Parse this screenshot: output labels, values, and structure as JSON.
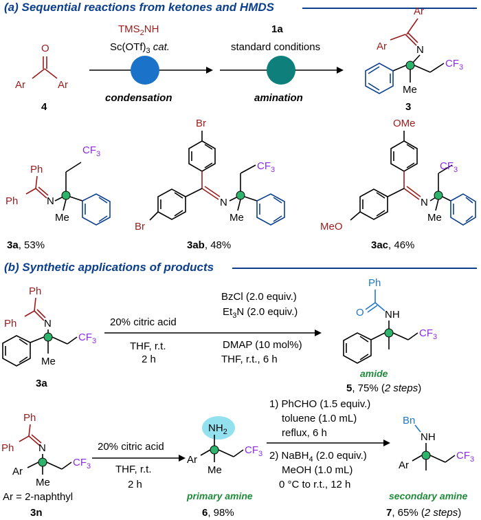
{
  "section_a": {
    "title": "(a) Sequential reactions from ketones and HMDS"
  },
  "scheme_a": {
    "reagent1_line1": "TMS",
    "reagent1_sub": "2",
    "reagent1_tail": "NH",
    "reagent1_line2_main": "Sc(OTf)",
    "reagent1_line2_sub": "3",
    "reagent1_line2_tail": " cat.",
    "step1_label": "condensation",
    "reagent2_line1": "1a",
    "reagent2_line2": "standard conditions",
    "step2_label": "amination",
    "compound_start": "4",
    "compound_product": "3",
    "ar": "Ar",
    "n": "N",
    "me": "Me",
    "cf3_main": "CF",
    "cf3_sub": "3",
    "o": "O"
  },
  "examples": [
    {
      "id": "3a",
      "yield": ", 53%"
    },
    {
      "id": "3ab",
      "yield": ", 48%"
    },
    {
      "id": "3ac",
      "yield": ", 46%"
    }
  ],
  "substituents": {
    "ph": "Ph",
    "br": "Br",
    "ome": "OMe",
    "meo": "MeO"
  },
  "section_b": {
    "title": "(b) Synthetic applications of products"
  },
  "scheme_b1": {
    "start": "3a",
    "cond1_line1": "20% citric acid",
    "cond1_line2": "THF, r.t.",
    "cond1_line3": "2 h",
    "cond2_line1": "BzCl (2.0 equiv.)",
    "cond2_line2_main": "Et",
    "cond2_line2_sub": "3",
    "cond2_line2_tail": "N (2.0 equiv.)",
    "cond2_line3": "DMAP (10 mol%)",
    "cond2_line4": "THF, r.t., 6 h",
    "product_class": "amide",
    "product_id": "5",
    "product_yield": ", 75% (",
    "product_steps": "2 steps",
    "product_close": ")",
    "nh": "NH"
  },
  "scheme_b2": {
    "start": "3n",
    "ar_def": "Ar = 2-naphthyl",
    "cond1_line1": "20% citric acid",
    "cond1_line2": "THF, r.t.",
    "cond1_line3": "2 h",
    "mid_class": "primary amine",
    "mid_id": "6",
    "mid_yield": ", 98%",
    "nh2_main": "NH",
    "nh2_sub": "2",
    "cond2_line1": "1) PhCHO (1.5 equiv.)",
    "cond2_line2": "toluene (1.0 mL)",
    "cond2_line3": "reflux, 6 h",
    "cond2_line4_main": "2) NaBH",
    "cond2_line4_sub": "4",
    "cond2_line4_tail": " (2.0 equiv.)",
    "cond2_line5": "MeOH (1.0 mL)",
    "cond2_line6": "0 °C to r.t., 12 h",
    "product_class": "secondary amine",
    "product_id": "7",
    "product_yield": ", 65% (",
    "product_steps": "2 steps",
    "product_close": ")",
    "bn": "Bn",
    "nh": "NH"
  },
  "colors": {
    "section_title": "#0b3f8c",
    "reagent_red": "#9a1b1b",
    "cf3_purple": "#8a2be2",
    "ring_blue": "#0b3f8c",
    "label_green": "#1e8a3a",
    "circle_blue": "#1a73c8",
    "circle_teal": "#0e7f7a",
    "highlight_cyan": "#6fd6e8"
  }
}
